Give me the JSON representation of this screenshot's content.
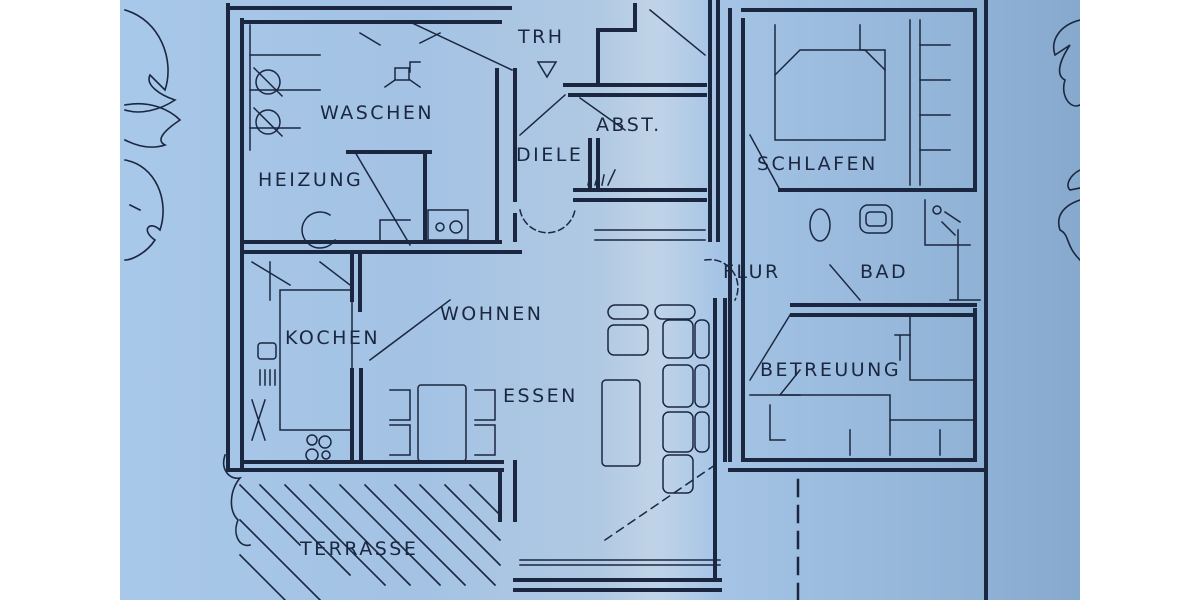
{
  "floorplan": {
    "background_color": "#a8c6e6",
    "line_color": "#1b2740",
    "rooms": [
      {
        "id": "waschen",
        "label": "WASCHEN"
      },
      {
        "id": "heizung",
        "label": "HEIZUNG"
      },
      {
        "id": "trh",
        "label": "TRH"
      },
      {
        "id": "abst",
        "label": "ABST."
      },
      {
        "id": "diele",
        "label": "DIELE"
      },
      {
        "id": "schlafen",
        "label": "SCHLAFEN"
      },
      {
        "id": "flur",
        "label": "FLUR"
      },
      {
        "id": "bad",
        "label": "BAD"
      },
      {
        "id": "kochen",
        "label": "KOCHEN"
      },
      {
        "id": "wohnen",
        "label": "WOHNEN"
      },
      {
        "id": "essen",
        "label": "ESSEN"
      },
      {
        "id": "betreuung",
        "label": "BETREUUNG"
      },
      {
        "id": "terrasse",
        "label": "TERRASSE"
      }
    ]
  }
}
